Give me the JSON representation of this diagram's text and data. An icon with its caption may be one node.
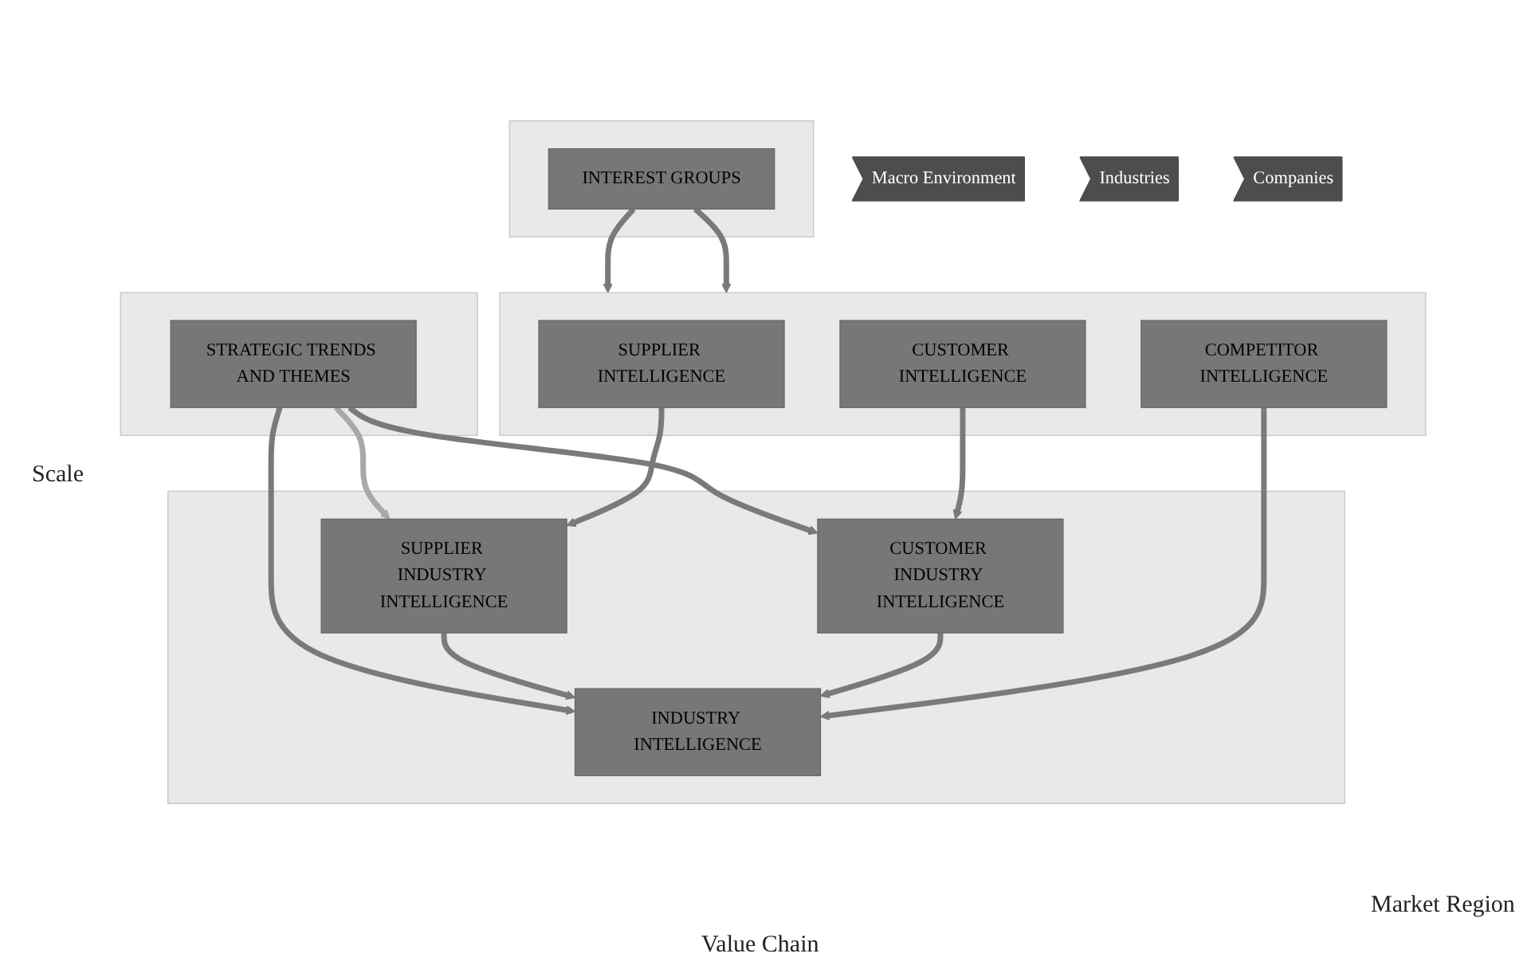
{
  "diagram": {
    "nodes": [
      {
        "text": [
          "Macro Environment"
        ]
      },
      {
        "text": [
          "Industries"
        ]
      },
      {
        "text": [
          "Companies"
        ]
      },
      {
        "text": [],
        "shape": "box"
      },
      {
        "text": [
          "STRATEGIC TRENDS AND THEMES"
        ],
        "in": 3
      },
      {
        "text": [],
        "shape": "box"
      },
      {
        "text": [
          "SUPPLIER INDUSTRY INTELLIGENCE"
        ],
        "in": 5
      },
      {
        "text": [
          "INDUSTRY INTELLIGENCE"
        ],
        "in": 5
      },
      {
        "text": [
          "CUSTOMER INDUSTRY INTELLIGENCE"
        ],
        "in": 5
      },
      {
        "text": [],
        "shape": "box"
      },
      {
        "text": [
          "SUPPLIER INTELLIGENCE"
        ],
        "in": 9
      },
      {
        "text": [
          "COMPETITOR INTELLIGENCE"
        ],
        "in": 9
      },
      {
        "text": [
          "CUSTOMER INTELLIGENCE"
        ],
        "in": 9
      },
      {
        "text": [],
        "shape": "box"
      },
      {
        "text": [
          "INTEREST GROUPS"
        ],
        "in": 13
      }
    ],
    "edges": [
      {
        "from": 4,
        "to": 6,
        "arrow": "to",
        "color": "#a8a8a8"
      },
      {
        "from": 4,
        "to": 7,
        "arrow": "to"
      },
      {
        "from": 4,
        "to": 8,
        "arrow": "to"
      },
      {
        "from": 6,
        "to": 7,
        "arrow": "to"
      },
      {
        "from": 8,
        "to": 7,
        "arrow": "to"
      },
      {
        "from": 10,
        "to": 6,
        "arrow": "to"
      },
      {
        "from": 11,
        "to": 7,
        "arrow": "to"
      },
      {
        "from": 12,
        "to": 8,
        "arrow": "to"
      },
      {
        "from": 14,
        "to": 9,
        "arrow": "to"
      },
      {
        "from": 14,
        "to": 9,
        "arrow": "to"
      }
    ],
    "labels": [
      "Scale",
      "Market Region",
      "Value Chain"
    ]
  }
}
